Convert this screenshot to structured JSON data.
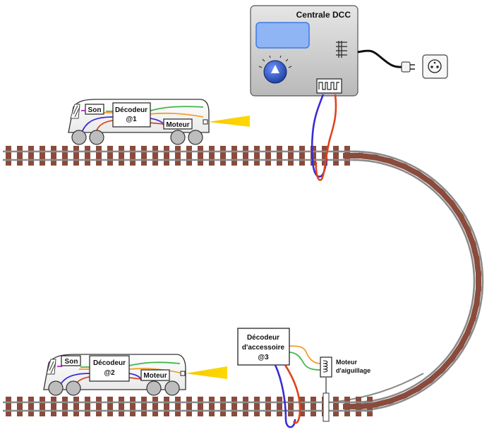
{
  "dcc_central": {
    "title": "Centrale DCC"
  },
  "loco1": {
    "sound": "Son",
    "decoder_line1": "Décodeur",
    "decoder_line2": "@1",
    "motor": "Moteur"
  },
  "loco2": {
    "sound": "Son",
    "decoder_line1": "Décodeur",
    "decoder_line2": "@2",
    "motor": "Moteur"
  },
  "accessory_decoder": {
    "line1": "Décodeur",
    "line2": "d'accessoire",
    "line3": "@3"
  },
  "switch_motor": {
    "line1": "Moteur",
    "line2": "d'aiguillage"
  },
  "colors": {
    "wire_blue": "#3b2bd6",
    "wire_red": "#e0431b",
    "wire_green": "#3fb84a",
    "wire_orange": "#f0a030",
    "rail": "#8a8a8a",
    "sleeper": "#8a4b3c",
    "headlight": "#f5c800"
  }
}
